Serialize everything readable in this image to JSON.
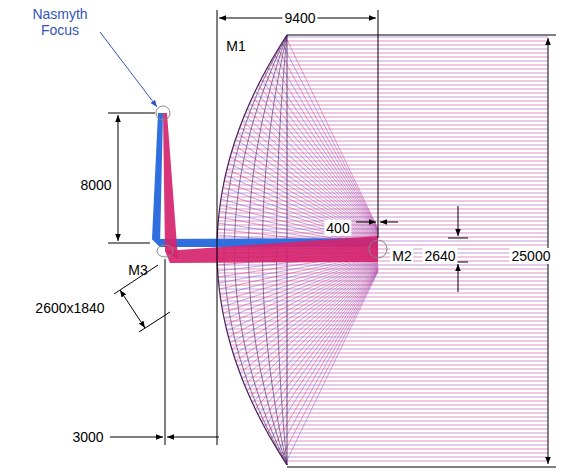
{
  "diagram": {
    "labels": [
      "Nasmyth Focus",
      "M1",
      "9400",
      "8000",
      "400",
      "M2",
      "2640",
      "25000",
      "M3",
      "2600x1840",
      "3000"
    ]
  }
}
